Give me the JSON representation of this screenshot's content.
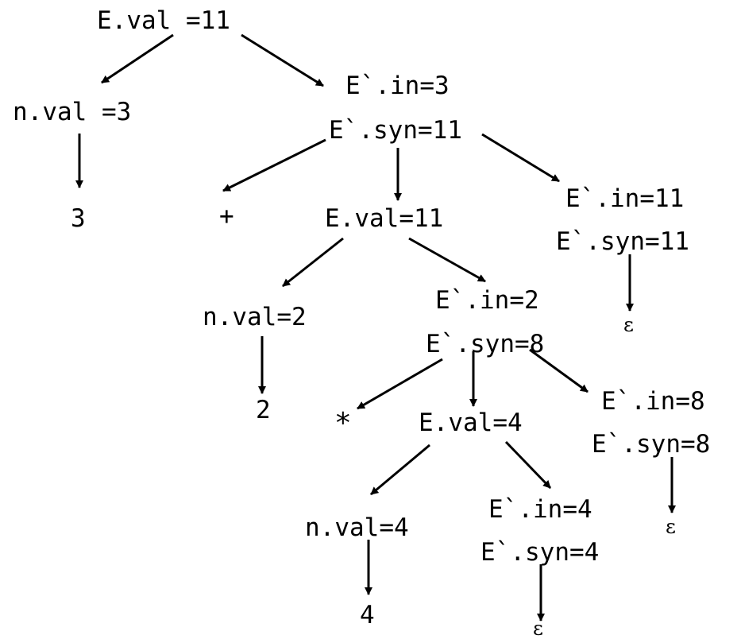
{
  "diagram": {
    "colors": {
      "ink": "#000000",
      "background": "#ffffff"
    },
    "nodes": [
      {
        "id": "root",
        "text": "E.val =11"
      },
      {
        "id": "nval3",
        "text": "n.val =3"
      },
      {
        "id": "leaf3",
        "text": "3"
      },
      {
        "id": "ep1_in",
        "text": "E`.in=3"
      },
      {
        "id": "ep1_syn",
        "text": "E`.syn=11"
      },
      {
        "id": "plus",
        "text": "+"
      },
      {
        "id": "eval11",
        "text": "E.val=11"
      },
      {
        "id": "ep2_in",
        "text": "E`.in=11"
      },
      {
        "id": "ep2_syn",
        "text": "E`.syn=11"
      },
      {
        "id": "eps1",
        "text": "ε"
      },
      {
        "id": "nval2",
        "text": "n.val=2"
      },
      {
        "id": "leaf2",
        "text": "2"
      },
      {
        "id": "ep3_in",
        "text": "E`.in=2"
      },
      {
        "id": "ep3_syn",
        "text": "E`.syn=8"
      },
      {
        "id": "star",
        "text": "*"
      },
      {
        "id": "eval4",
        "text": "E.val=4"
      },
      {
        "id": "ep4_in",
        "text": "E`.in=8"
      },
      {
        "id": "ep4_syn",
        "text": "E`.syn=8"
      },
      {
        "id": "eps2",
        "text": "ε"
      },
      {
        "id": "nval4",
        "text": "n.val=4"
      },
      {
        "id": "leaf4",
        "text": "4"
      },
      {
        "id": "ep5_in",
        "text": "E`.in=4"
      },
      {
        "id": "ep5_syn",
        "text": "E`.syn=4"
      },
      {
        "id": "eps3",
        "text": "ε"
      }
    ],
    "edges": [
      {
        "from": "root",
        "to": "nval3"
      },
      {
        "from": "root",
        "to": "ep1_in"
      },
      {
        "from": "nval3",
        "to": "leaf3"
      },
      {
        "from": "ep1_syn",
        "to": "plus"
      },
      {
        "from": "ep1_syn",
        "to": "eval11"
      },
      {
        "from": "ep1_syn",
        "to": "ep2_in"
      },
      {
        "from": "ep2_syn",
        "to": "eps1"
      },
      {
        "from": "eval11",
        "to": "nval2"
      },
      {
        "from": "eval11",
        "to": "ep3_in"
      },
      {
        "from": "nval2",
        "to": "leaf2"
      },
      {
        "from": "ep3_syn",
        "to": "star"
      },
      {
        "from": "ep3_syn",
        "to": "eval4"
      },
      {
        "from": "ep3_syn",
        "to": "ep4_in"
      },
      {
        "from": "ep4_syn",
        "to": "eps2"
      },
      {
        "from": "eval4",
        "to": "nval4"
      },
      {
        "from": "eval4",
        "to": "ep5_in"
      },
      {
        "from": "nval4",
        "to": "leaf4"
      },
      {
        "from": "ep5_syn",
        "to": "eps3"
      }
    ]
  }
}
